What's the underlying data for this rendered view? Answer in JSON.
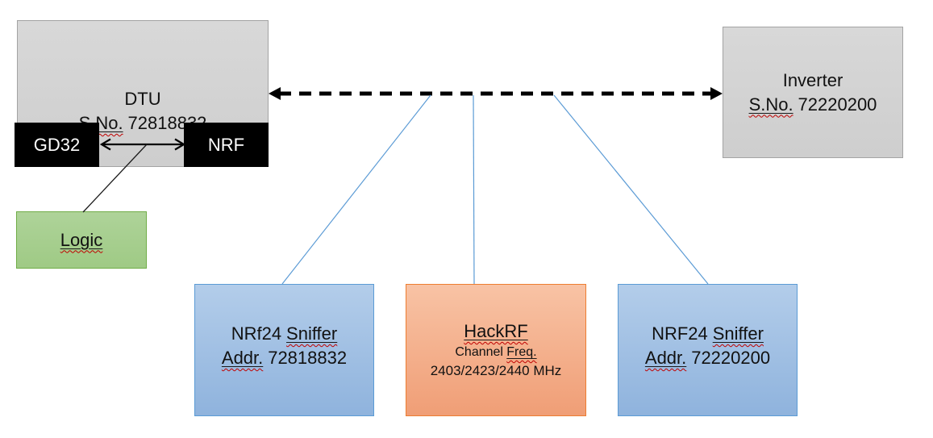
{
  "diagram": {
    "dtu": {
      "title": "DTU",
      "serial_label": "S.No.",
      "serial_number": "72818832",
      "chip_left": "GD32",
      "chip_right": "NRF"
    },
    "logic": {
      "label": "Logic"
    },
    "inverter": {
      "title": "Inverter",
      "serial_label": "S.No.",
      "serial_number": "72220200"
    },
    "sniffer_left": {
      "name_prefix": "NRf24",
      "name_flagged": "Sniffer",
      "addr_label": "Addr.",
      "addr_number": "72818832"
    },
    "hackrf": {
      "title": "HackRF",
      "channel_prefix": "Channel",
      "channel_flagged": "Freq.",
      "frequencies": "2403/2423/2440 MHz"
    },
    "sniffer_right": {
      "name_prefix": "NRF24",
      "name_flagged": "Sniffer",
      "addr_label": "Addr.",
      "addr_number": "72220200"
    },
    "connections": [
      {
        "type": "dashed-double-arrow",
        "from": "DTU",
        "to": "Inverter"
      },
      {
        "type": "double-arrow",
        "from": "GD32",
        "to": "NRF"
      },
      {
        "type": "line",
        "from": "GD32-NRF link",
        "to": "Logic"
      },
      {
        "type": "line",
        "from": "RF link",
        "to": "NRf24 Sniffer Addr. 72818832"
      },
      {
        "type": "line",
        "from": "RF link",
        "to": "HackRF"
      },
      {
        "type": "line",
        "from": "RF link",
        "to": "NRF24 Sniffer Addr. 72220200"
      }
    ],
    "colors": {
      "gray_fill": "#d2d2d2",
      "gray_border": "#a3a3a3",
      "black_fill": "#000000",
      "green_fill": "#a9d08e",
      "green_border": "#70ad47",
      "blue_fill": "#a3c4e8",
      "blue_border": "#5b9bd5",
      "orange_fill": "#f5b18c",
      "orange_border": "#ed7d31",
      "connector_blue": "#5b9bd5",
      "squiggle_red": "#c00000",
      "arrow_black": "#000000"
    }
  }
}
